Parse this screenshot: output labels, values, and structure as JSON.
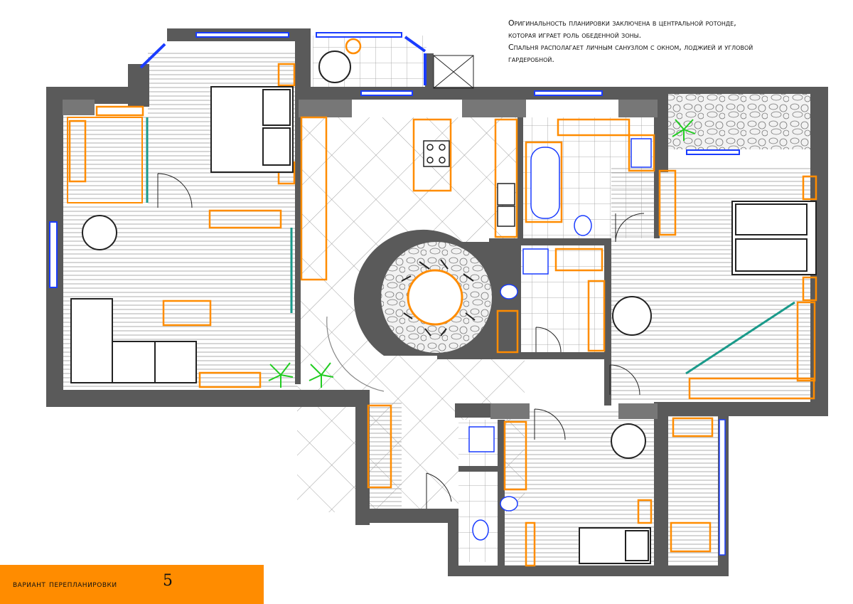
{
  "description": {
    "line1": "Оригинальность планировки заключена в центральной ротонде,",
    "line2": "которая играет роль обеденной зоны.",
    "line3": "Спальня располагает личным санузлом с окном, лоджией и угловой",
    "line4": "гардеробной."
  },
  "variant": {
    "label": "вариант перепланировки",
    "number": "5"
  },
  "colors": {
    "accent": "#ff8c00",
    "wall": "#5a5a5a",
    "window": "#1a3cff",
    "glass": "#1a9a8a",
    "plant": "#22cc22"
  }
}
